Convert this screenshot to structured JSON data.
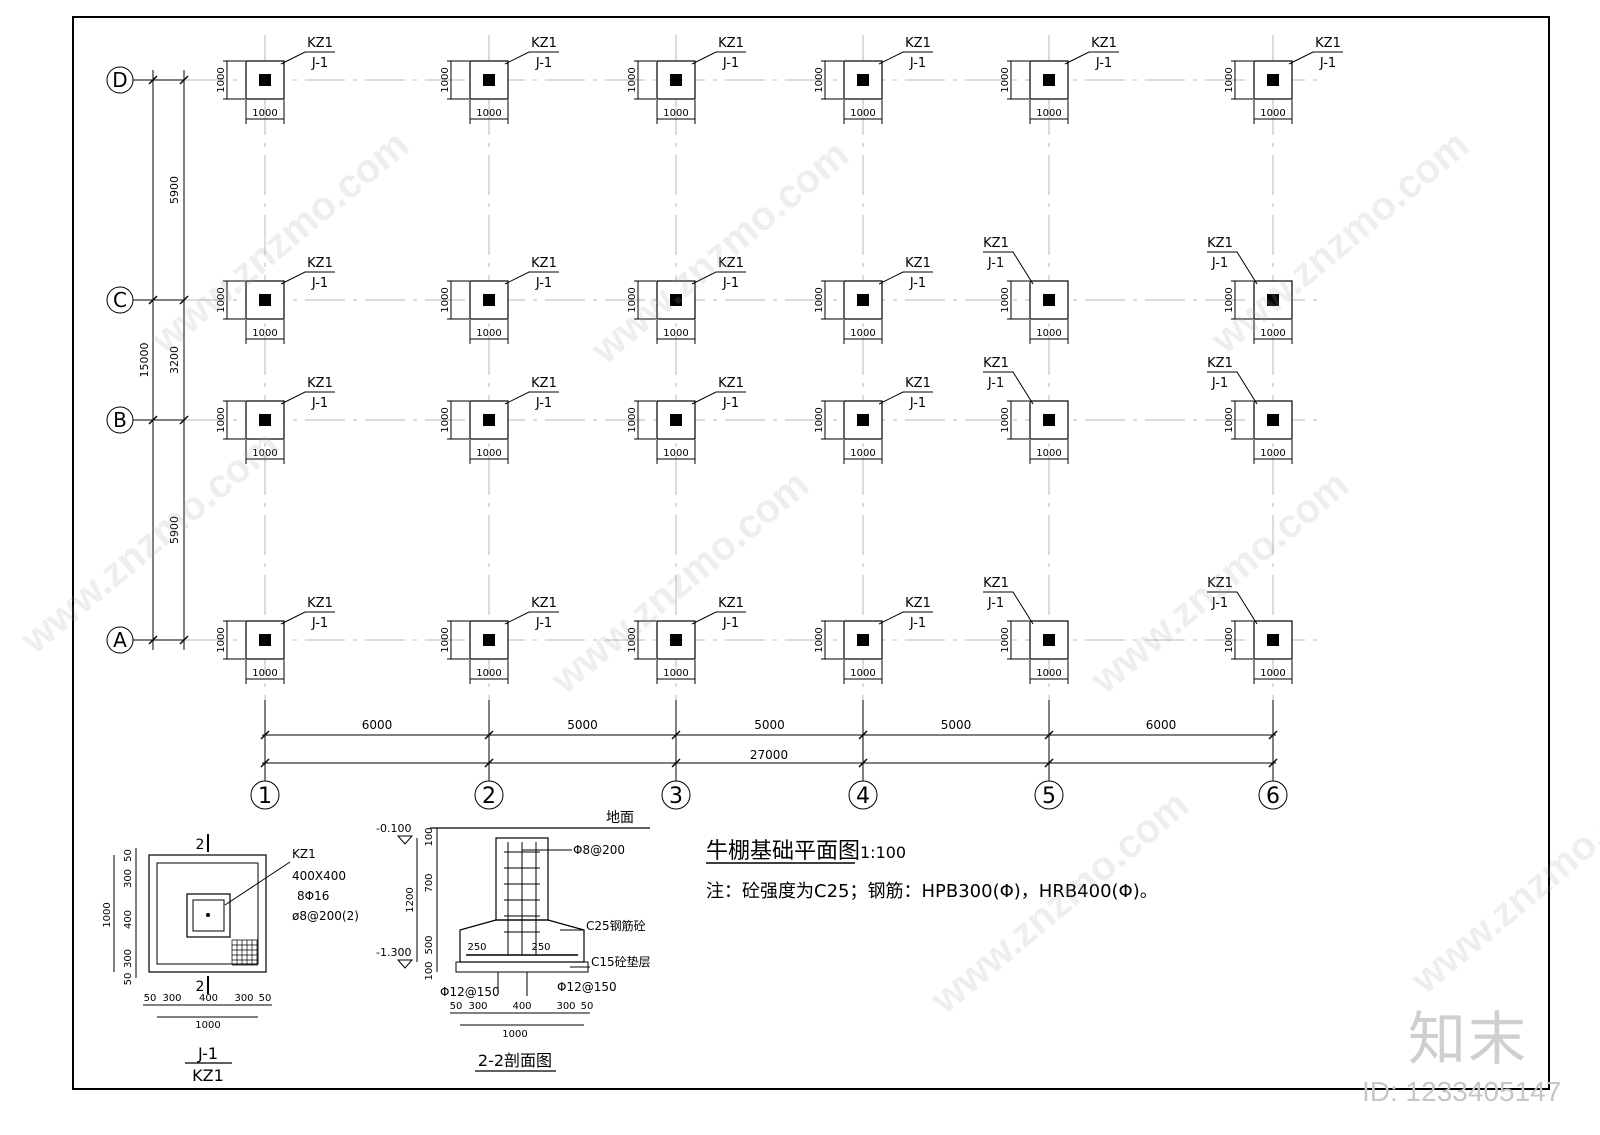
{
  "plan": {
    "row_axes": [
      "A",
      "B",
      "C",
      "D"
    ],
    "col_axes": [
      "1",
      "2",
      "3",
      "4",
      "5",
      "6"
    ],
    "col_spacings": [
      "6000",
      "5000",
      "5000",
      "5000",
      "6000"
    ],
    "col_total": "27000",
    "row_spacings": [
      "5900",
      "3200",
      "5900"
    ],
    "row_total": "15000",
    "column_tag": "KZ1",
    "footing_tag": "J-1",
    "footing_width": "1000",
    "footing_length": "1000"
  },
  "title": {
    "main": "牛棚基础平面图",
    "scale": "1:100",
    "note": "注：砼强度为C25；钢筋：HPB300(Φ)，HRB400(Φ)。"
  },
  "detail_j1": {
    "section_mark": "2",
    "column_tag": "KZ1",
    "column_size": "400X400",
    "main_rebar": "8Φ16",
    "stirrups": "ø8@200(2)",
    "dims_vertical": [
      "50",
      "300",
      "400",
      "300",
      "50"
    ],
    "dims_total": "1000",
    "dims_horizontal": [
      "50",
      "300",
      "400",
      "300",
      "50"
    ],
    "dims_h_total": "1000",
    "caption_top": "J-1",
    "caption_bottom": "KZ1"
  },
  "detail_section": {
    "ground_label": "地面",
    "elev_top": "-0.100",
    "elev_bottom": "-1.300",
    "stirrup_label": "Φ8@200",
    "concrete_label": "C25钢筋砼",
    "cushion_label": "C15砼垫层",
    "rebar_left": "Φ12@150",
    "rebar_right": "Φ12@150",
    "dims_v": [
      "100",
      "700",
      "500",
      "100"
    ],
    "dims_v_total": "1200",
    "step_left": "250",
    "step_right": "250",
    "dims_h": [
      "50",
      "300",
      "400",
      "300",
      "50"
    ],
    "dims_h_total": "1000",
    "caption": "2-2剖面图"
  },
  "branding": {
    "logo": "知末",
    "id_text": "ID: 1233405147",
    "watermark": "www.znzmo.com"
  },
  "colors": {
    "line": "#000000",
    "axis": "#b8b8b8",
    "watermark": "#d0d0d0"
  }
}
